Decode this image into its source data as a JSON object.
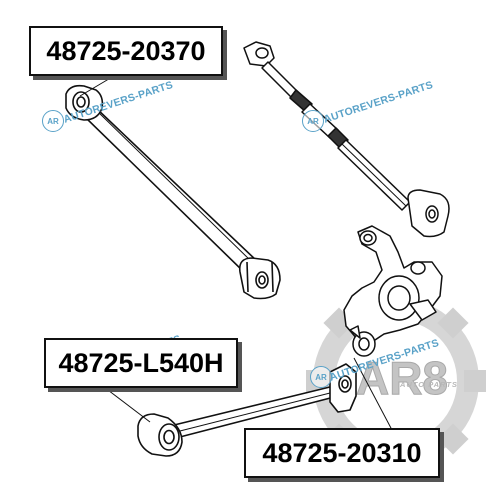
{
  "part_labels": {
    "upper_left": "48725-20370",
    "middle_left": "48725-L540H",
    "bottom_right": "48725-20310"
  },
  "watermark": {
    "text": "AUTOREVERS-PARTS",
    "badge": "AR",
    "color": "#5aa2c8"
  },
  "logo": {
    "mark": "AR8",
    "subtitle": "AUTO PARTS",
    "color": "#bdbdbd"
  },
  "colors": {
    "line": "#111111",
    "label_border": "#111111",
    "label_shadow": "#555555"
  }
}
